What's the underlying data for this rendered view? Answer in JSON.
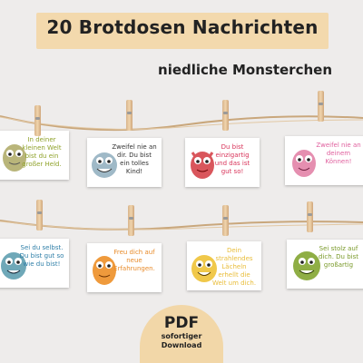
{
  "title": "20 Brotdosen Nachrichten",
  "subtitle": "niedliche Monsterchen",
  "colors": {
    "banner": "#f3d9ad",
    "background": "#eeeceb"
  },
  "cards_row1": [
    {
      "text": "In deiner kleinen Welt bist du ein großer Held.",
      "color": "#8fa22a",
      "monster": "olive-monster-icon"
    },
    {
      "text": "Zweifel nie an dir. Du bist ein tolles Kind!",
      "color": "#333333",
      "monster": "blue-monster-icon"
    },
    {
      "text": "Du bist einzigartig und das ist gut so!",
      "color": "#d8345a",
      "monster": "red-monster-icon"
    },
    {
      "text": "Zweifel nie an deinem Können!",
      "color": "#e0609e",
      "monster": "pink-monster-icon"
    }
  ],
  "cards_row2": [
    {
      "text": "Sei du selbst. Du bist gut so wie du bist!",
      "color": "#2f7fa8",
      "monster": "teal-monster-icon"
    },
    {
      "text": "Freu dich auf neue Erfahrungen.",
      "color": "#e88b2a",
      "monster": "orange-monster-icon"
    },
    {
      "text": "Dein strahlendes Lächeln erhellt die Welt um dich.",
      "color": "#e9bd3a",
      "monster": "yellow-monster-icon"
    },
    {
      "text": "Sei stolz auf dich. Du bist großartig",
      "color": "#7a9a2a",
      "monster": "green-monster-icon"
    }
  ],
  "badge": {
    "pdf": "PDF",
    "line1": "sofortiger",
    "line2": "Download"
  }
}
